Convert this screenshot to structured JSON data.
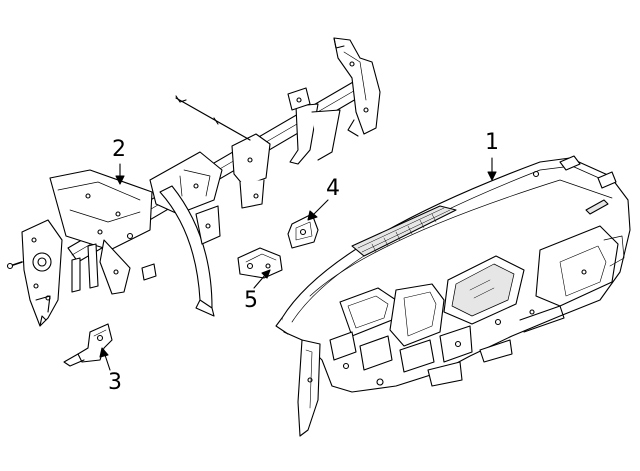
{
  "callouts": {
    "c1": "1",
    "c2": "2",
    "c3": "3",
    "c4": "4",
    "c5": "5"
  },
  "colors": {
    "line": "#000000",
    "background": "#ffffff",
    "part_fill": "#ffffff",
    "shade": "#e6e6e6"
  }
}
